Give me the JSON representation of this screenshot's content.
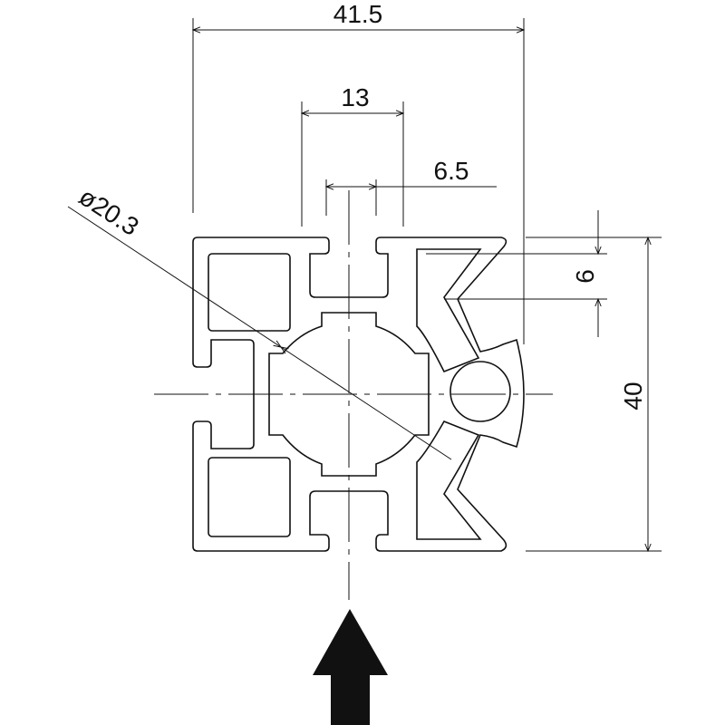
{
  "title": "Aluminum profile cross-section",
  "dimensions": {
    "overall_width": "41.5",
    "slot_width": "13",
    "half_slot": "6.5",
    "bore_diameter": "ø20.3",
    "groove_depth": "6",
    "overall_height": "40"
  },
  "colors": {
    "line": "#111111",
    "background": "#ffffff"
  }
}
